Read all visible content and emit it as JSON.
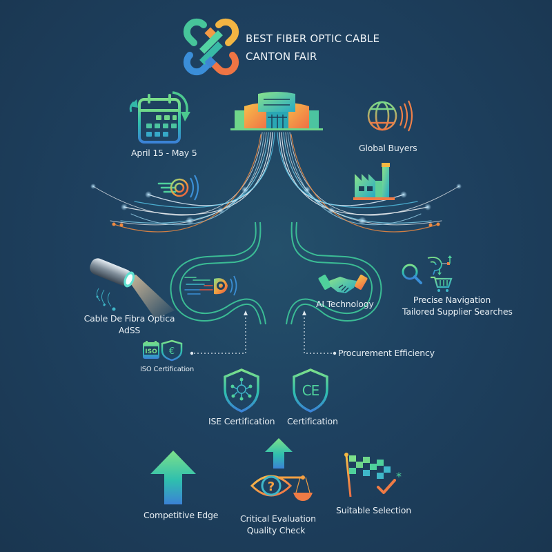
{
  "header": {
    "logo_icon": "interlocking-knot-logo",
    "title_line1": "BEST FIBER OPTIC CABLE",
    "title_line2": "CANTON FAIR"
  },
  "top": {
    "date": {
      "icon": "calendar-cycle-icon",
      "label": "April 15 - May 5"
    },
    "venue": {
      "icon": "exhibition-hall-icon"
    },
    "buyers": {
      "icon": "globe-signal-icon",
      "label": "Global Buyers"
    },
    "factory": {
      "icon": "factory-icon"
    },
    "signal": {
      "icon": "signal-waves-icon"
    }
  },
  "middle": {
    "cable": {
      "icon": "fiber-cable-icon",
      "label_line1": "Cable De Fibra Optica",
      "label_line2": "AdSS"
    },
    "ai": {
      "icon": "handshake-icon",
      "label": "AI Technology"
    },
    "navigation": {
      "icon": "search-brain-cart-icon",
      "label_line1": "Precise Navigation",
      "label_line2": "Tailored Supplier Searches"
    },
    "iso": {
      "icon": "iso-badge-icon",
      "label": "ISO Certification"
    },
    "procurement": {
      "label": "Procurement Efficiency"
    }
  },
  "certs": {
    "ise": {
      "icon": "shield-network-icon",
      "label": "ISE Certification"
    },
    "ce": {
      "icon": "shield-ce-icon",
      "label": "Certification"
    }
  },
  "bottom": {
    "edge": {
      "icon": "up-arrow-icon",
      "label": "Competitive Edge"
    },
    "evaluation": {
      "icon": "eye-scale-icon",
      "label_line1": "Critical Evaluation",
      "label_line2": "Quality Check"
    },
    "selection": {
      "icon": "checkered-flag-icon",
      "label": "Suitable Selection"
    }
  },
  "colors": {
    "background": "#1c3a54",
    "green": "#6fd68a",
    "teal": "#2fb8b0",
    "blue": "#3b8fd6",
    "orange": "#f08a4b",
    "yellow": "#f5b942"
  }
}
